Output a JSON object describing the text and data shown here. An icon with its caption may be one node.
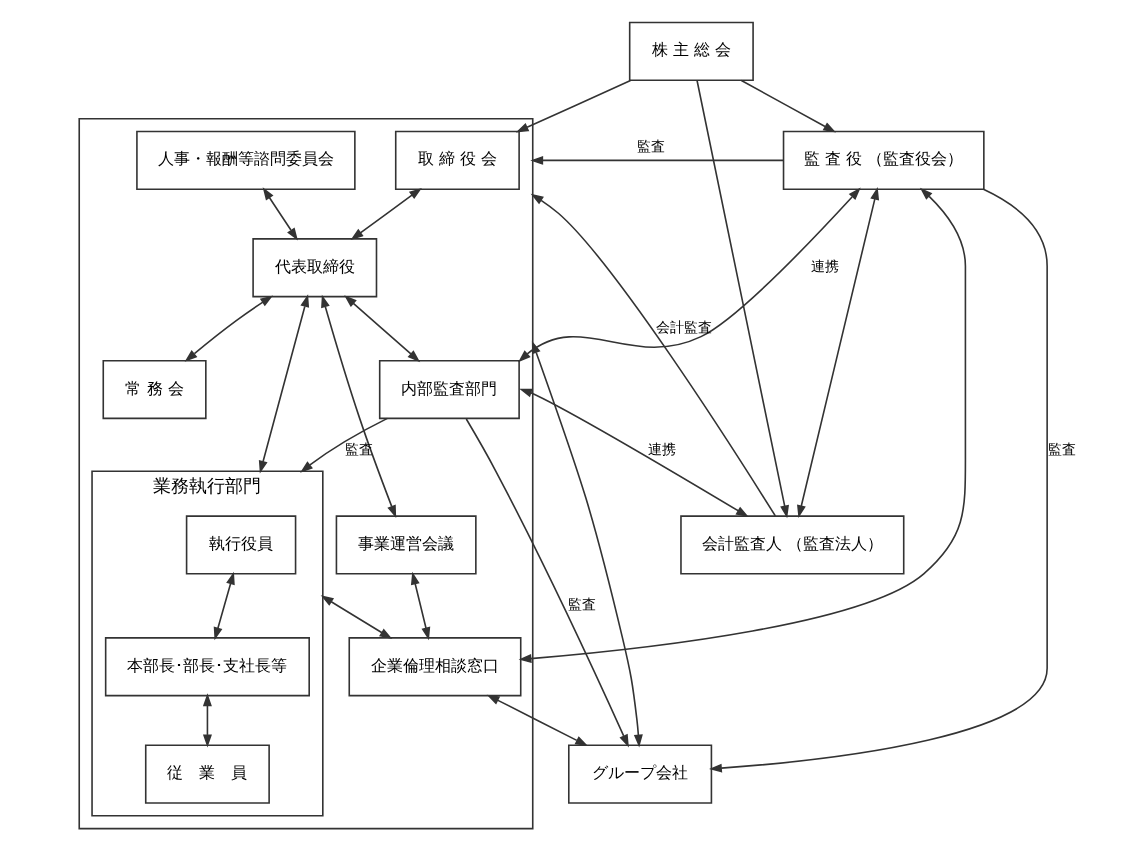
{
  "diagram": {
    "nodes": [
      {
        "text": [
          "株 主 総 会"
        ]
      },
      {
        "text": [],
        "shape": "box"
      },
      {
        "text": [
          "取 締 役 会"
        ],
        "in": 1
      },
      {
        "text": [
          "監 査 役 （監査役会）"
        ]
      },
      {
        "text": [
          "人事・報酬等諮問委員会"
        ],
        "in": 1
      },
      {
        "text": [
          "代表取締役"
        ],
        "in": 1
      },
      {
        "text": [
          "常 務 会"
        ],
        "in": 1
      },
      {
        "text": [
          "事業運営会議"
        ],
        "in": 1
      },
      {
        "text": [
          "会計監査人 （監査法人）"
        ]
      },
      {
        "text": [
          "業務執行部門"
        ],
        "in": 1
      },
      {
        "text": [
          "執行役員"
        ],
        "in": 9
      },
      {
        "text": [
          "本部長･部長･支社長等"
        ],
        "in": 9
      },
      {
        "text": [
          "従　業　員"
        ],
        "in": 9
      },
      {
        "text": [
          "内部監査部門"
        ],
        "in": 1
      },
      {
        "text": [
          "企業倫理相談窓口"
        ],
        "in": 1
      },
      {
        "text": [
          "グループ会社"
        ]
      }
    ],
    "edges": [
      {
        "from": 0,
        "to": 2,
        "arrow": "to"
      },
      {
        "from": 0,
        "to": 3,
        "arrow": "to"
      },
      {
        "from": 0,
        "to": 8,
        "arrow": "to"
      },
      {
        "from": 3,
        "to": 1,
        "arrow": "to",
        "label": "監査"
      },
      {
        "from": 2,
        "to": 5,
        "arrow": "both"
      },
      {
        "from": 4,
        "to": 5,
        "arrow": "both"
      },
      {
        "from": 5,
        "to": 6,
        "arrow": "both"
      },
      {
        "from": 5,
        "to": 7,
        "arrow": "both"
      },
      {
        "from": 5,
        "to": 13,
        "arrow": "both"
      },
      {
        "from": 5,
        "to": 9,
        "arrow": "both"
      },
      {
        "from": 10,
        "to": 11,
        "arrow": "both"
      },
      {
        "from": 11,
        "to": 12,
        "arrow": "both"
      },
      {
        "from": 3,
        "to": 8,
        "arrow": "both"
      },
      {
        "from": 8,
        "to": 1,
        "arrow": "to",
        "label": "会計監査"
      },
      {
        "from": 13,
        "to": 3,
        "arrow": "both",
        "label": "連携"
      },
      {
        "from": 13,
        "to": 8,
        "arrow": "both",
        "label": "連携"
      },
      {
        "from": 13,
        "to": 9,
        "arrow": "to",
        "label": "監査"
      },
      {
        "from": 13,
        "to": 15,
        "arrow": "to",
        "label": "監査"
      },
      {
        "from": 7,
        "to": 14,
        "arrow": "both"
      },
      {
        "from": 3,
        "to": 14,
        "arrow": "both"
      },
      {
        "from": 3,
        "to": 15,
        "arrow": "to",
        "label": "監査"
      },
      {
        "from": 9,
        "to": 14,
        "arrow": "both"
      },
      {
        "from": 1,
        "to": 15,
        "arrow": "both"
      },
      {
        "from": 14,
        "to": 15,
        "arrow": "both"
      }
    ]
  }
}
